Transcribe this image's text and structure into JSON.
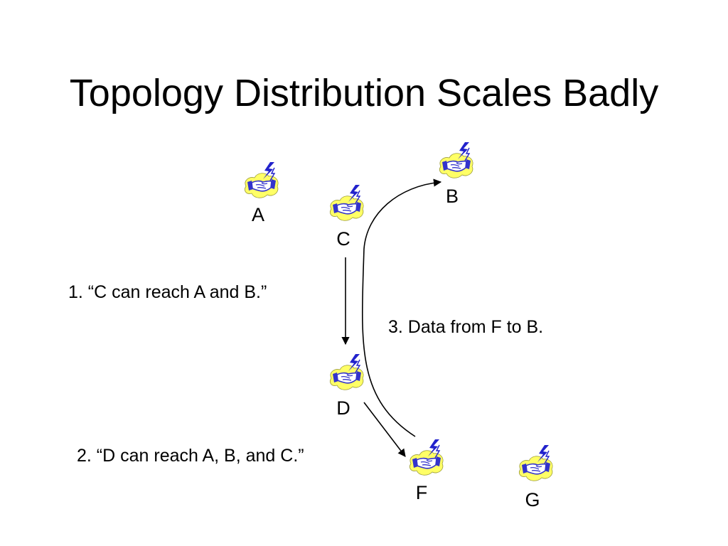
{
  "title": "Topology Distribution Scales Badly",
  "nodes": [
    {
      "id": "A",
      "label": "A"
    },
    {
      "id": "B",
      "label": "B"
    },
    {
      "id": "C",
      "label": "C"
    },
    {
      "id": "D",
      "label": "D"
    },
    {
      "id": "F",
      "label": "F"
    },
    {
      "id": "G",
      "label": "G"
    }
  ],
  "captions": {
    "step1": "1. “C can reach A and B.”",
    "step2": "2. “D can reach A, B, and C.”",
    "step3": "3. Data from F to B."
  },
  "icon": "handshake-lightning-icon",
  "colors": {
    "icon_fill": "#ffff66",
    "icon_hand": "#3333cc",
    "icon_bolt": "#2222cc",
    "line": "#000000"
  }
}
